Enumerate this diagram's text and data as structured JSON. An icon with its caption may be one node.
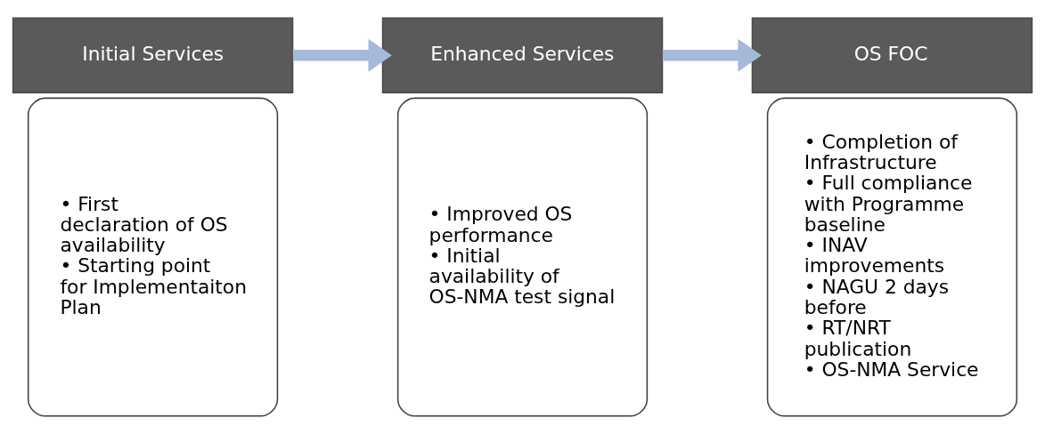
{
  "diagram": {
    "nodes": [
      {
        "text": [
          "Initial Services"
        ]
      },
      {
        "text": [
          "• First declaration of OS availability",
          "• Starting point for Implementaiton Plan"
        ]
      },
      {
        "text": [
          "Enhanced Services"
        ]
      },
      {
        "text": [
          "• Improved OS performance",
          "• Initial availability of OS-NMA test signal"
        ]
      },
      {
        "text": [
          "OS FOC"
        ]
      },
      {
        "text": [
          "• Completion of Infrastructure",
          "• Full compliance with Programme baseline",
          "• INAV improvements",
          "• NAGU 2 days before",
          "• RT/NRT publication",
          "• OS-NMA Service"
        ]
      }
    ],
    "edges": [
      {
        "from": 0,
        "to": 2,
        "arrow": "to"
      },
      {
        "from": 2,
        "to": 4,
        "arrow": "to"
      }
    ]
  }
}
